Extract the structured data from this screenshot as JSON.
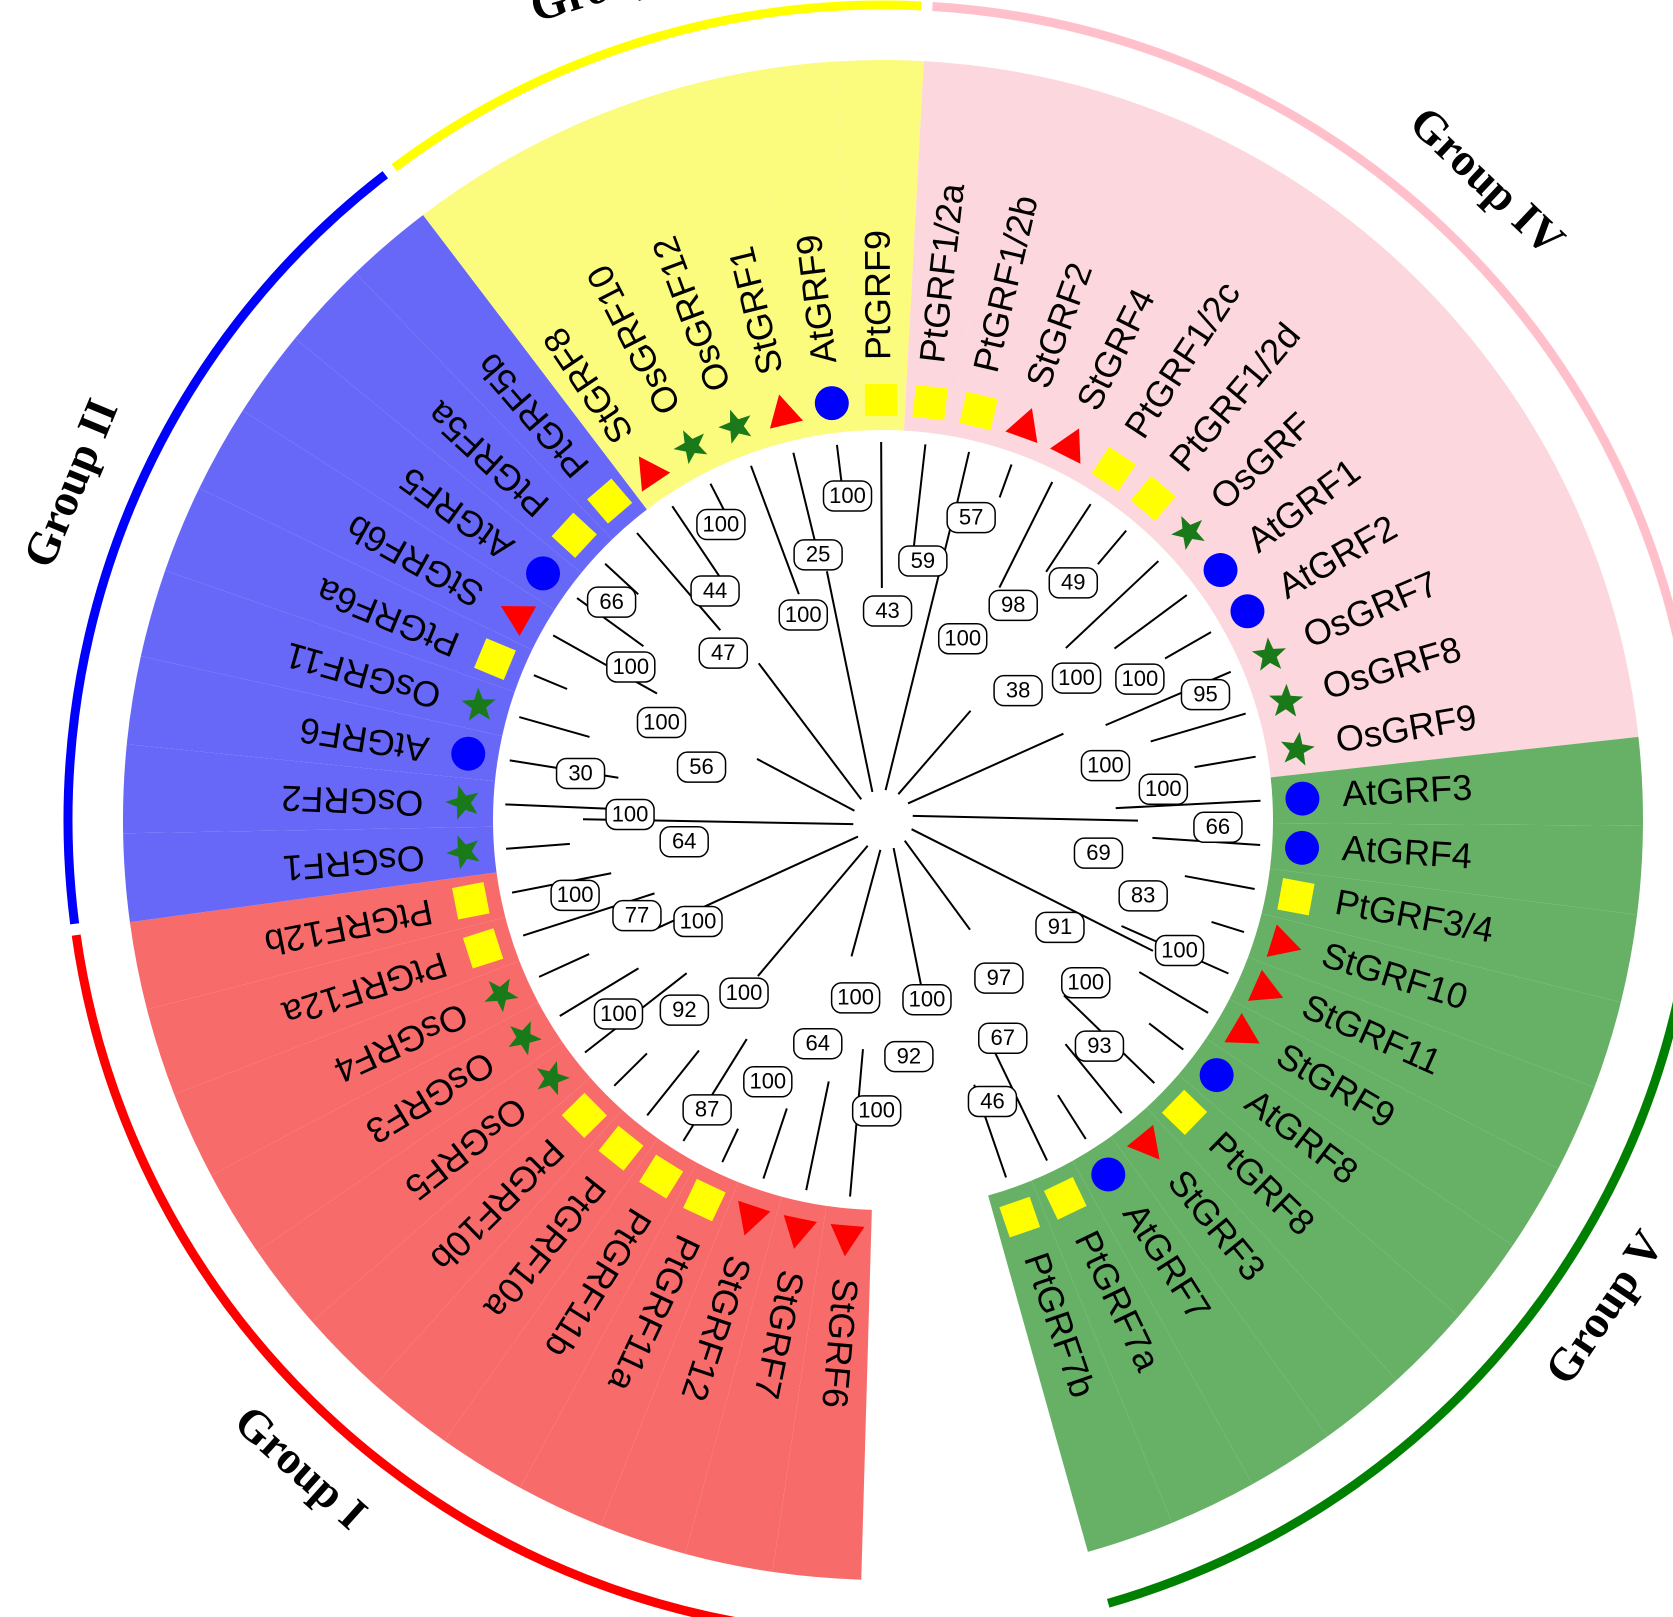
{
  "colors": {
    "group_I": "#f86b6b",
    "group_II": "#6868f8",
    "group_III": "#fbfb7e",
    "group_IV": "#fcd7dd",
    "group_V": "#67b167",
    "ring_I": "#ff0000",
    "ring_II": "#0000ff",
    "ring_III": "#ffff00",
    "ring_IV": "#ffc0cb",
    "ring_V": "#008000",
    "species_St": "#ff0000",
    "species_Pt": "#ffff00",
    "species_Os": "#1a7a1a",
    "species_At": "#0000ff"
  },
  "species_markers": {
    "St": "triangle",
    "Pt": "square",
    "Os": "star",
    "At": "circle"
  },
  "groups": [
    {
      "id": "I",
      "label": "Group I",
      "color_key": "group_I",
      "ring_key": "ring_I",
      "leaves": [
        "StGRF6",
        "StGRF7",
        "StGRF12",
        "PtGRF11a",
        "PtGRF11b",
        "PtGRF10a",
        "PtGRF10b",
        "OsGRF5",
        "OsGRF3",
        "OsGRF4",
        "PtGRF12a",
        "PtGRF12b"
      ]
    },
    {
      "id": "II",
      "label": "Group II",
      "color_key": "group_II",
      "ring_key": "ring_II",
      "leaves": [
        "OsGRF1",
        "OsGRF2",
        "AtGRF6",
        "OsGRF11",
        "PtGRF6a",
        "StGRF6b",
        "AtGRF5",
        "PtGRF5a",
        "PtGRF5b"
      ]
    },
    {
      "id": "III",
      "label": "Group III",
      "color_key": "group_III",
      "ring_key": "ring_III",
      "leaves": [
        "StGRF8",
        "OsGRF10",
        "OsGRF12",
        "StGRF1",
        "AtGRF9",
        "PtGRF9"
      ]
    },
    {
      "id": "IV",
      "label": "Group IV",
      "color_key": "group_IV",
      "ring_key": "ring_IV",
      "leaves": [
        "PtGRF1/2a",
        "PtGRF1/2b",
        "StGRF2",
        "StGRF4",
        "PtGRF1/2c",
        "PtGRF1/2d",
        "OsGRF",
        "AtGRF1",
        "AtGRF2",
        "OsGRF7",
        "OsGRF8",
        "OsGRF9"
      ]
    },
    {
      "id": "V",
      "label": "Group V",
      "color_key": "group_V",
      "ring_key": "ring_V",
      "leaves": [
        "AtGRF3",
        "AtGRF4",
        "PtGRF3/4",
        "StGRF10",
        "StGRF11",
        "StGRF9",
        "AtGRF8",
        "PtGRF8",
        "StGRF3",
        "AtGRF7",
        "PtGRF7a",
        "PtGRF7b"
      ]
    }
  ],
  "bootstrap_values": [
    "100",
    "64",
    "100",
    "87",
    "100",
    "92",
    "100",
    "100",
    "77",
    "100",
    "64",
    "100",
    "30",
    "56",
    "100",
    "100",
    "66",
    "47",
    "44",
    "100",
    "100",
    "25",
    "100",
    "43",
    "59",
    "57",
    "100",
    "98",
    "49",
    "38",
    "100",
    "100",
    "95",
    "100",
    "100",
    "66",
    "69",
    "83",
    "100",
    "91",
    "100",
    "93",
    "97",
    "67",
    "46",
    "100",
    "92",
    "100"
  ]
}
